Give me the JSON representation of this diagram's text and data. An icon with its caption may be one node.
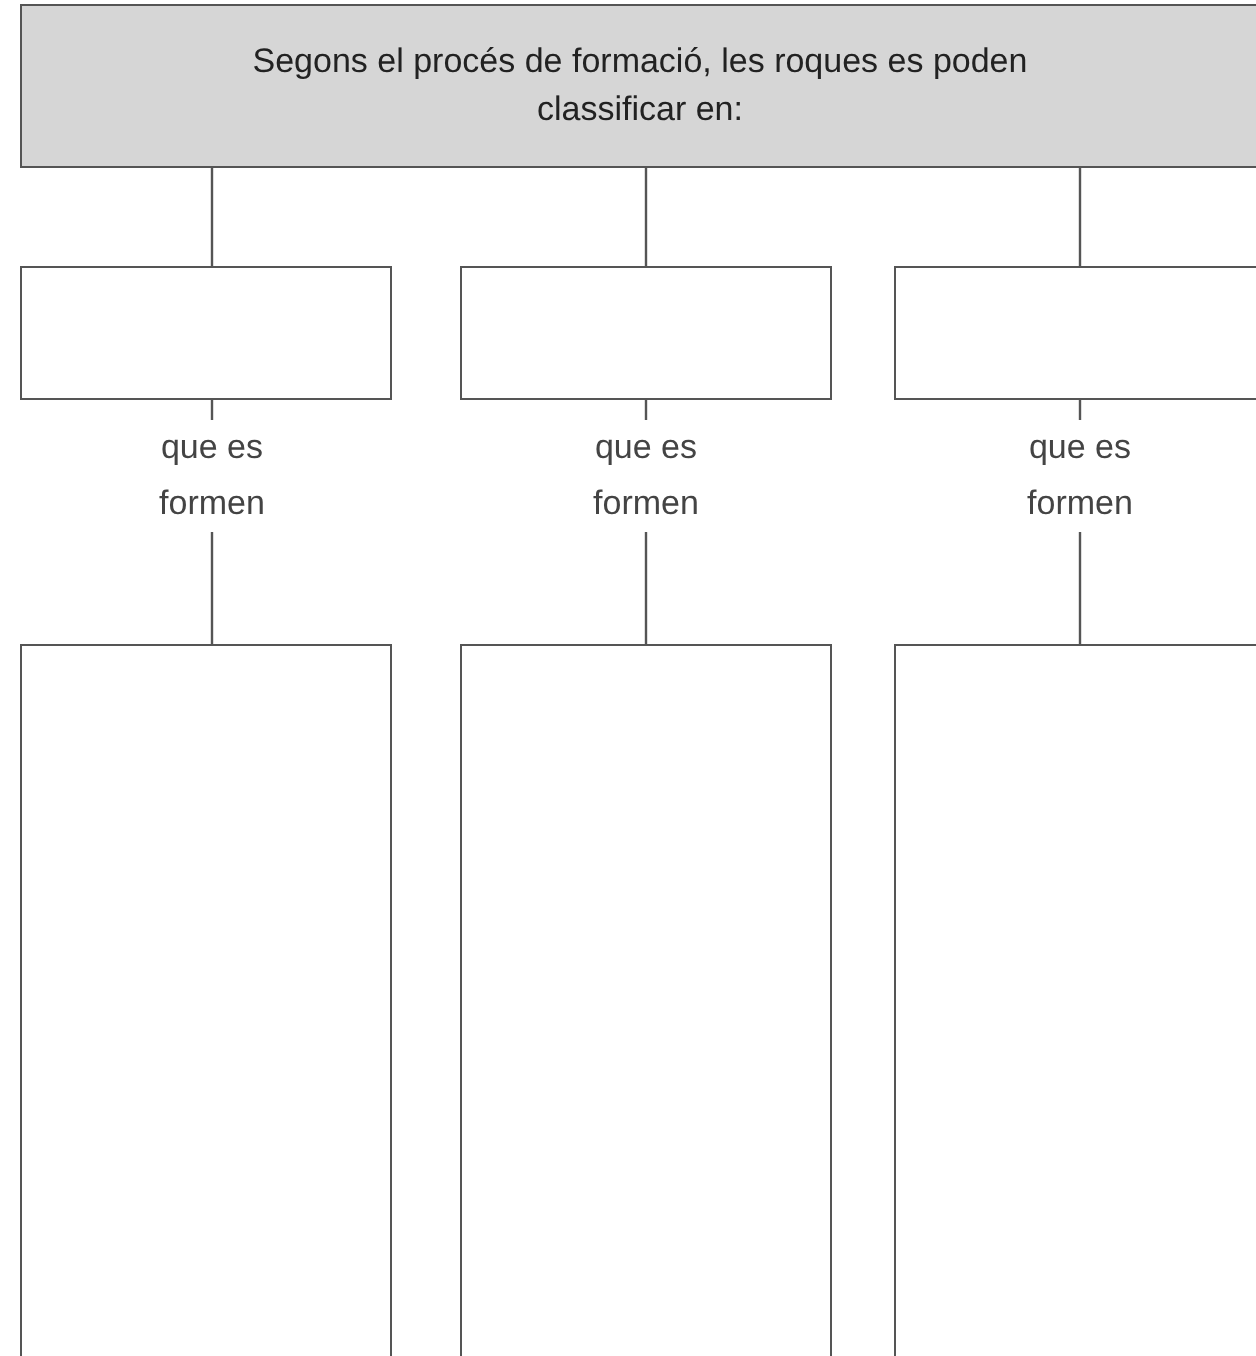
{
  "diagram": {
    "nodes": [
      {
        "text": [
          "Segons el procés de formació, les roques es poden classificar en:"
        ]
      },
      {
        "text": [],
        "shape": "box"
      },
      {
        "text": [],
        "shape": "box"
      },
      {
        "text": [],
        "shape": "box"
      },
      {
        "text": [],
        "shape": "box"
      },
      {
        "text": [],
        "shape": "box"
      },
      {
        "text": [],
        "shape": "box"
      }
    ],
    "edges": [
      {
        "from": 0,
        "to": 1,
        "arrow": "none"
      },
      {
        "from": 0,
        "to": 2,
        "arrow": "none"
      },
      {
        "from": 0,
        "to": 3,
        "arrow": "none"
      },
      {
        "from": 1,
        "to": 4,
        "arrow": "none",
        "label": "que es formen"
      },
      {
        "from": 2,
        "to": 5,
        "arrow": "none",
        "label": "que es formen"
      },
      {
        "from": 3,
        "to": 6,
        "arrow": "none",
        "label": "que es formen"
      }
    ]
  }
}
